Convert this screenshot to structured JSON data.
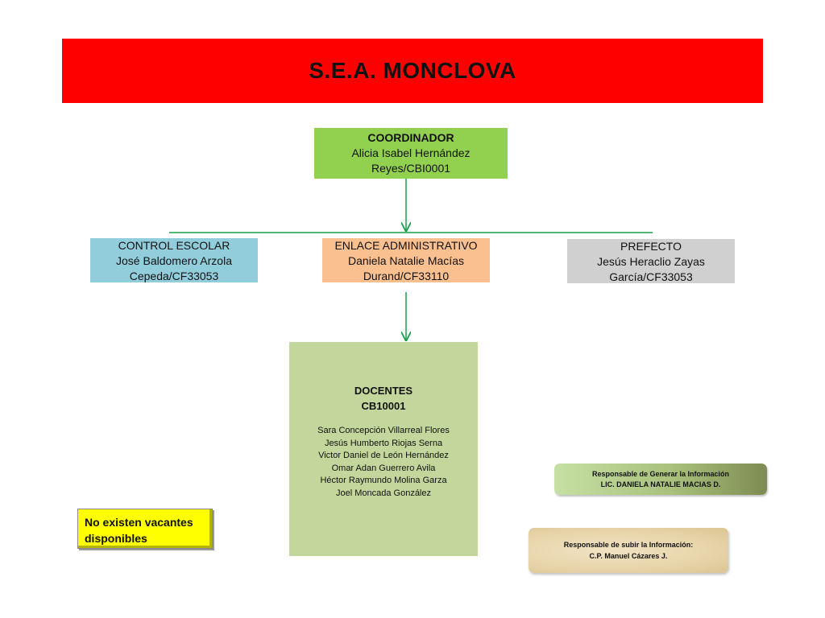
{
  "banner": {
    "title": "S.E.A. MONCLOVA"
  },
  "coordinador": {
    "title": "COORDINADOR",
    "line1": "Alicia Isabel Hernández",
    "line2": "Reyes/CBI0001"
  },
  "control_escolar": {
    "title": "CONTROL ESCOLAR",
    "line1": "José Baldomero Arzola",
    "line2": "Cepeda/CF33053"
  },
  "enlace": {
    "title": "ENLACE ADMINISTRATIVO",
    "line1": "Daniela Natalie Macías",
    "line2": "Durand/CF33110"
  },
  "prefecto": {
    "title": "PREFECTO",
    "line1": "Jesús Heraclio Zayas",
    "line2": "García/CF33053"
  },
  "docentes": {
    "title": "DOCENTES",
    "code": "CB10001",
    "members": [
      "Sara Concepción Villarreal Flores",
      "Jesús Humberto Riojas Serna",
      "Victor Daniel de León Hernández",
      "Omar Adan Guerrero Avila",
      "Héctor Raymundo Molina Garza",
      "Joel Moncada González"
    ]
  },
  "vacantes": {
    "text": "No existen vacantes disponibles"
  },
  "responsable_generar": {
    "label": "Responsable de Generar la Información",
    "name": "LIC. DANIELA NATALIE MACIAS D."
  },
  "responsable_subir": {
    "label": "Responsable de subir la Información:",
    "name": "C.P. Manuel Cázares J."
  },
  "colors": {
    "banner": "#ff0000",
    "coordinador": "#92d050",
    "control_escolar": "#92cddc",
    "enlace": "#fac090",
    "prefecto": "#d0d0d0",
    "docentes": "#c3d69b",
    "vacantes": "#ffff00",
    "connector": "#1a9e4a"
  }
}
